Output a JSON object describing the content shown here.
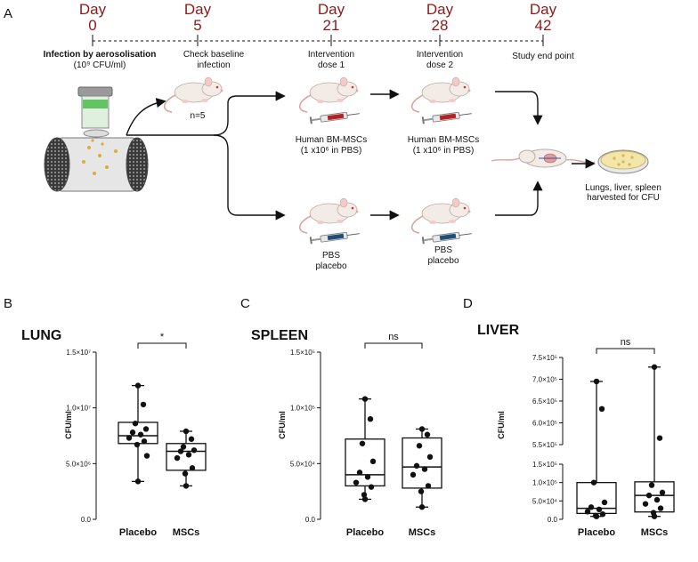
{
  "panel_labels": {
    "a": "A",
    "b": "B",
    "c": "C",
    "d": "D"
  },
  "timeline": {
    "days": [
      {
        "word": "Day",
        "num": "0",
        "caption1": "Infection by aerosolisation",
        "caption2": "(10⁹ CFU/ml)"
      },
      {
        "word": "Day",
        "num": "5",
        "caption1": "Check baseline",
        "caption2": "infection"
      },
      {
        "word": "Day",
        "num": "21",
        "caption1": "Intervention",
        "caption2": "dose 1"
      },
      {
        "word": "Day",
        "num": "28",
        "caption1": "Intervention",
        "caption2": "dose 2"
      },
      {
        "word": "Day",
        "num": "42",
        "caption1": "Study end point",
        "caption2": ""
      }
    ]
  },
  "schematic": {
    "baseline_n": "n=5",
    "msc_label1": "Human BM-MSCs",
    "msc_label2": "(1 x10⁶ in PBS)",
    "pbs_label1": "PBS",
    "pbs_label2": "placebo",
    "harvest1": "Lungs, liver, spleen",
    "harvest2": "harvested for CFU"
  },
  "colors": {
    "day_red": "#8b1a1a",
    "msc_syringe": "#b22222",
    "pbs_syringe": "#1f4e79"
  },
  "chart_data": [
    {
      "type": "box",
      "title": "LUNG",
      "ylabel": "CFU/ml",
      "ylim": [
        0,
        15000000
      ],
      "yticks": [
        "0.0",
        "5.0×10⁶",
        "1.0×10⁷",
        "1.5×10⁷"
      ],
      "categories": [
        "Placebo",
        "MSCs"
      ],
      "significance": "*",
      "series": [
        {
          "name": "Placebo",
          "min": 3400000,
          "q1": 6800000,
          "median": 7500000,
          "q3": 8700000,
          "max": 12000000,
          "points": [
            12000000,
            10300000,
            8600000,
            8100000,
            7800000,
            7600000,
            7300000,
            7000000,
            6700000,
            5700000,
            3400000
          ]
        },
        {
          "name": "MSCs",
          "min": 3000000,
          "q1": 4400000,
          "median": 6100000,
          "q3": 6800000,
          "max": 7900000,
          "points": [
            7900000,
            7200000,
            6500000,
            6200000,
            6100000,
            5800000,
            5500000,
            4600000,
            4100000,
            3000000
          ]
        }
      ]
    },
    {
      "type": "box",
      "title": "SPLEEN",
      "ylabel": "CFU/ml",
      "ylim": [
        0,
        150000
      ],
      "yticks": [
        "0.0",
        "5.0×10⁴",
        "1.0×10⁵",
        "1.5×10⁵"
      ],
      "categories": [
        "Placebo",
        "MSCs"
      ],
      "significance": "ns",
      "series": [
        {
          "name": "Placebo",
          "min": 18000,
          "q1": 30000,
          "median": 40000,
          "q3": 72000,
          "max": 108000,
          "points": [
            108000,
            90000,
            68000,
            52000,
            42000,
            38000,
            33000,
            29000,
            22000,
            18000
          ]
        },
        {
          "name": "MSCs",
          "min": 11000,
          "q1": 28000,
          "median": 47000,
          "q3": 73000,
          "max": 81000,
          "points": [
            81000,
            76000,
            66000,
            56000,
            48000,
            45000,
            40000,
            30000,
            25000,
            11000
          ]
        }
      ]
    },
    {
      "type": "box",
      "title": "LIVER",
      "ylabel": "CFU/ml",
      "broken_axis": true,
      "ylim_lower": [
        0,
        150000
      ],
      "ylim_upper": [
        550000,
        750000
      ],
      "yticks_lower": [
        "0.0",
        "5.0×10⁴",
        "1.0×10⁵",
        "1.5×10⁵"
      ],
      "yticks_upper": [
        "5.5×10⁵",
        "6.0×10⁵",
        "6.5×10⁵",
        "7.0×10⁵",
        "7.5×10⁵"
      ],
      "categories": [
        "Placebo",
        "MSCs"
      ],
      "significance": "ns",
      "series": [
        {
          "name": "Placebo",
          "min": 8000,
          "q1": 16000,
          "median": 30000,
          "q3": 100000,
          "max": 695000,
          "points": [
            695000,
            632000,
            100000,
            46000,
            33000,
            27000,
            21000,
            14000,
            10000,
            8000
          ]
        },
        {
          "name": "MSCs",
          "min": 8000,
          "q1": 20000,
          "median": 65000,
          "q3": 102000,
          "max": 728000,
          "points": [
            728000,
            565000,
            93000,
            73000,
            65000,
            53000,
            42000,
            30000,
            18000,
            8000
          ]
        }
      ]
    }
  ]
}
